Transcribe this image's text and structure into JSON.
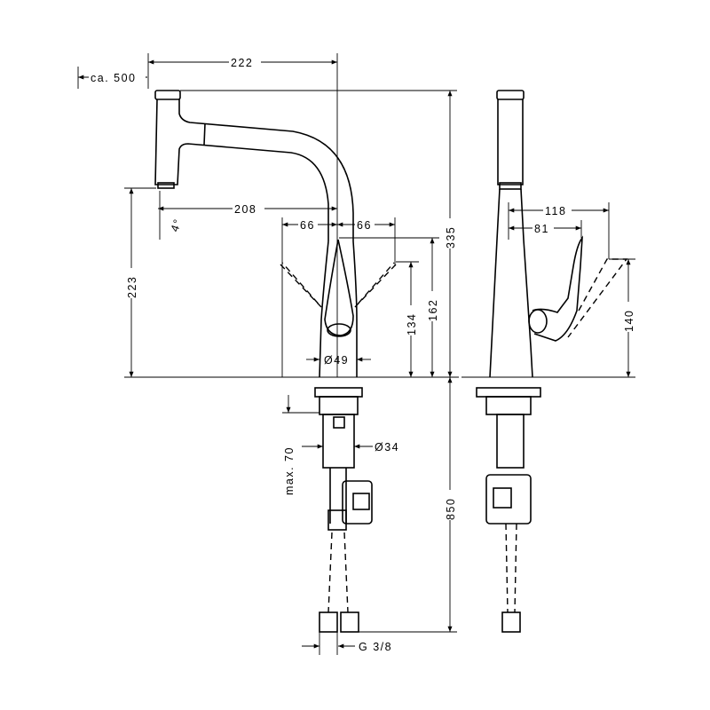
{
  "drawing": {
    "dimensions": {
      "reach_pullout": "ca. 500",
      "spout_reach": "222",
      "spout_reach_inner": "208",
      "spout_angle": "4°",
      "handle_swing_left": "66",
      "handle_swing_right": "66",
      "total_height": "335",
      "spout_height": "223",
      "handle_height": "162",
      "body_height": "134",
      "base_diameter": "Ø49",
      "hole_diameter": "Ø34",
      "max_deck_thickness": "max. 70",
      "hose_length": "850",
      "connection_thread": "G 3/8",
      "side_handle_reach": "118",
      "side_handle_reach_inner": "81",
      "side_handle_height": "140"
    }
  }
}
